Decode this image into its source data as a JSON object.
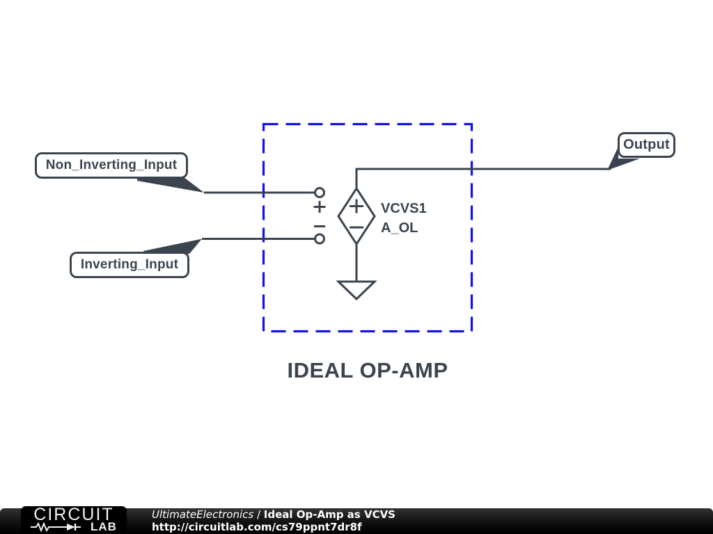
{
  "schematic": {
    "net_labels": {
      "non_inverting": "Non_Inverting_Input",
      "inverting": "Inverting_Input",
      "output": "Output"
    },
    "vcvs": {
      "name": "VCVS1",
      "value": "A_OL"
    },
    "caption": "IDEAL OP-AMP"
  },
  "footer": {
    "logo": {
      "top": "CIRCUIT",
      "bottom": "LAB"
    },
    "breadcrumb": {
      "author": "UltimateElectronics",
      "separator": " / ",
      "title": "Ideal Op-Amp as VCVS"
    },
    "url": "http://circuitlab.com/cs79ppnt7dr8f"
  },
  "colors": {
    "schematic_stroke": "#3b444e",
    "selection_blue": "#1212e8",
    "footer_bg": "#000000",
    "footer_text": "#ffffff"
  }
}
